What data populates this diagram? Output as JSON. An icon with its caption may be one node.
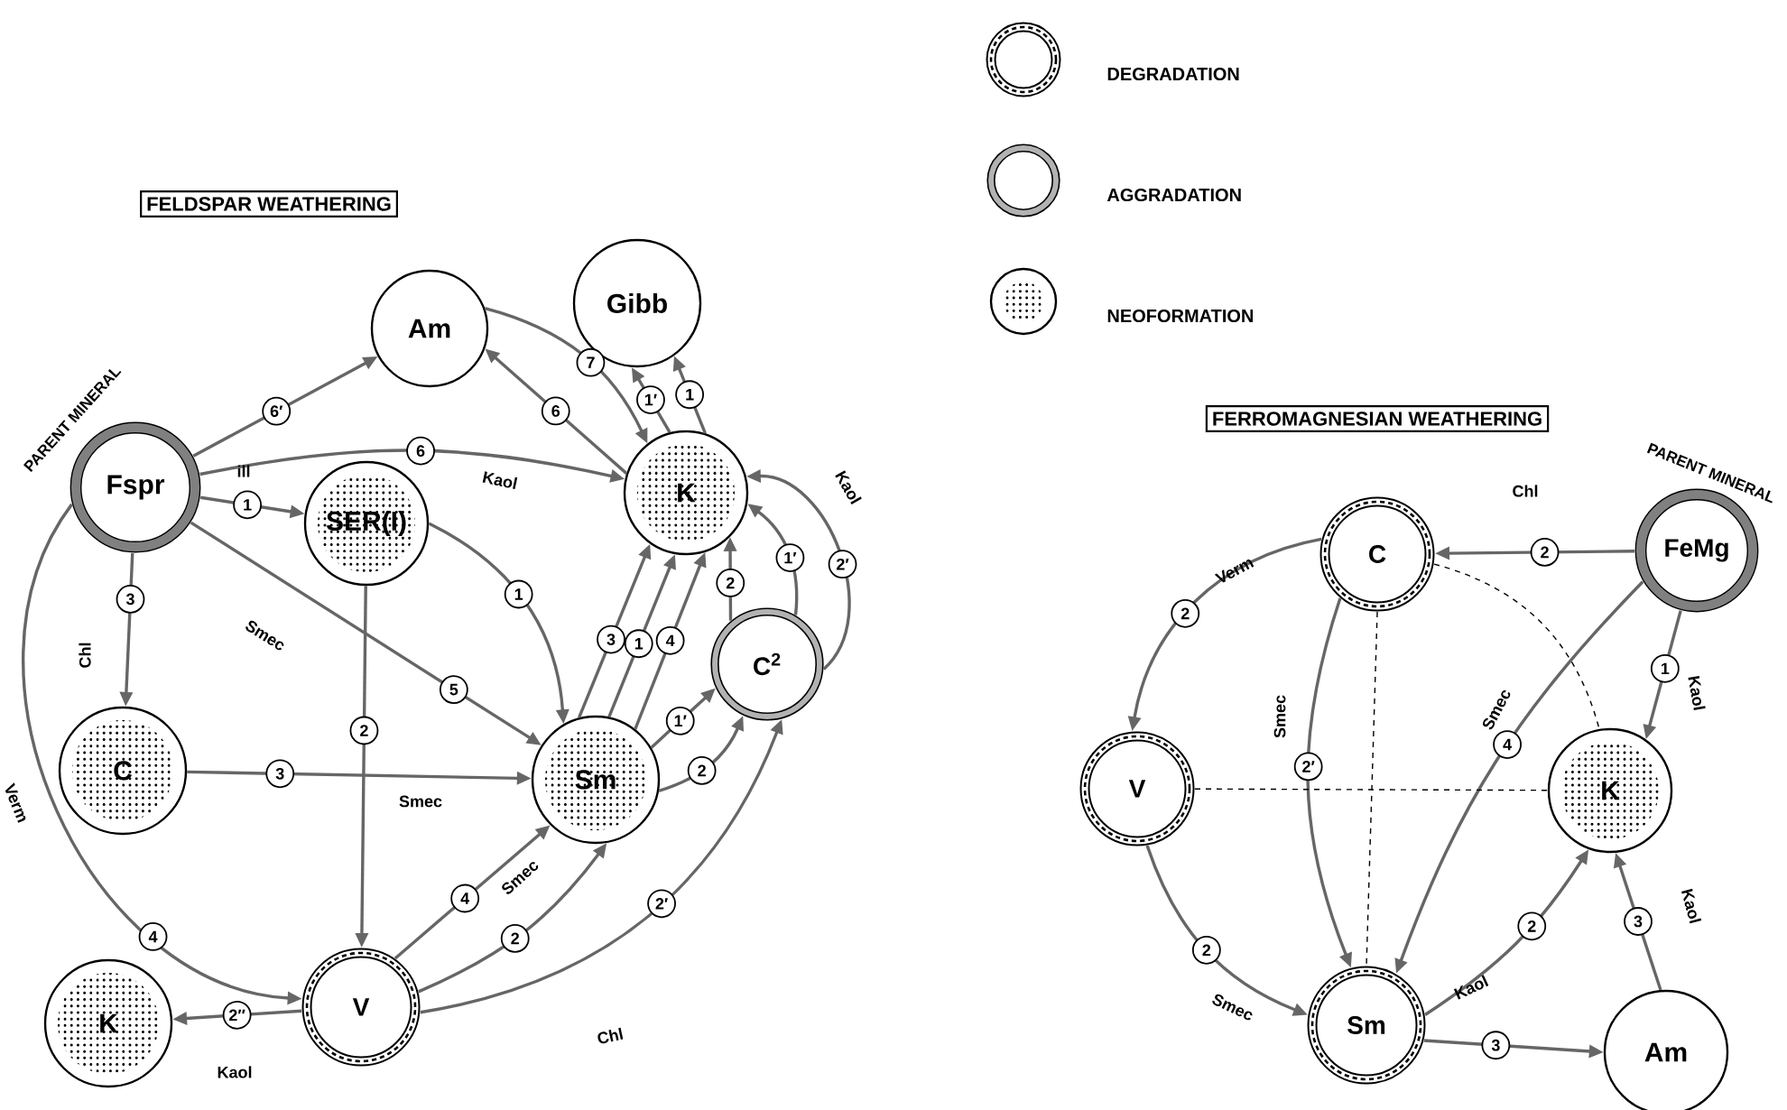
{
  "diagram": {
    "nodes": [
      {
        "text": [
          "Fspr",
          "PARENT MINERAL"
        ]
      },
      {
        "text": [
          "Am"
        ]
      },
      {
        "text": [
          "Gibb"
        ]
      },
      {
        "text": [
          "SER(I)"
        ]
      },
      {
        "text": [
          "K"
        ]
      },
      {
        "text": [
          "C"
        ]
      },
      {
        "text": [
          "Sm"
        ]
      },
      {
        "text": [
          "C$^{2}$"
        ]
      },
      {
        "text": [
          "V"
        ]
      },
      {
        "text": [
          "K"
        ]
      },
      {
        "text": [
          "C"
        ]
      },
      {
        "text": [
          "FeMg",
          "PARENT MINERAL"
        ]
      },
      {
        "text": [
          "V"
        ]
      },
      {
        "text": [
          "K"
        ]
      },
      {
        "text": [
          "Sm"
        ]
      },
      {
        "text": [
          "Am"
        ]
      }
    ],
    "edges": [
      {
        "from": 0,
        "to": 1,
        "arrow": "to",
        "label": "6′"
      },
      {
        "from": 0,
        "to": 4,
        "arrow": "to",
        "label": "6"
      },
      {
        "from": 0,
        "to": 3,
        "arrow": "to",
        "label": "1"
      },
      {
        "from": 0,
        "to": 5,
        "arrow": "to",
        "label": "3"
      },
      {
        "from": 0,
        "to": 6,
        "arrow": "to",
        "label": "5"
      },
      {
        "from": 0,
        "to": 8,
        "arrow": "to",
        "label": "4"
      },
      {
        "from": 4,
        "to": 1,
        "arrow": "to",
        "label": "6"
      },
      {
        "from": 1,
        "to": 4,
        "arrow": "to",
        "label": "7"
      },
      {
        "from": 4,
        "to": 2,
        "arrow": "to",
        "label": "1′"
      },
      {
        "from": 4,
        "to": 2,
        "arrow": "to",
        "label": "1"
      },
      {
        "from": 3,
        "to": 6,
        "arrow": "to",
        "label": "1"
      },
      {
        "from": 3,
        "to": 8,
        "arrow": "to",
        "label": "2"
      },
      {
        "from": 5,
        "to": 6,
        "arrow": "to",
        "label": "3"
      },
      {
        "from": 6,
        "to": 4,
        "arrow": "to",
        "label": "3"
      },
      {
        "from": 6,
        "to": 4,
        "arrow": "to",
        "label": "1"
      },
      {
        "from": 6,
        "to": 4,
        "arrow": "to",
        "label": "4"
      },
      {
        "from": 7,
        "to": 4,
        "arrow": "to",
        "label": "2"
      },
      {
        "from": 7,
        "to": 4,
        "arrow": "to",
        "label": "1′"
      },
      {
        "from": 7,
        "to": 4,
        "arrow": "to",
        "label": "2′"
      },
      {
        "from": 6,
        "to": 7,
        "arrow": "to",
        "label": "1′"
      },
      {
        "from": 6,
        "to": 7,
        "arrow": "to",
        "label": "2"
      },
      {
        "from": 8,
        "to": 6,
        "arrow": "to",
        "label": "4"
      },
      {
        "from": 8,
        "to": 6,
        "arrow": "to",
        "label": "2"
      },
      {
        "from": 8,
        "to": 7,
        "arrow": "to",
        "label": "2′"
      },
      {
        "from": 8,
        "to": 9,
        "arrow": "to",
        "label": "2″"
      },
      {
        "from": 11,
        "to": 10,
        "arrow": "to",
        "label": "2"
      },
      {
        "from": 11,
        "to": 13,
        "arrow": "to",
        "label": "1"
      },
      {
        "from": 11,
        "to": 14,
        "arrow": "to",
        "label": "4"
      },
      {
        "from": 10,
        "to": 12,
        "arrow": "to",
        "label": "2"
      },
      {
        "from": 10,
        "to": 14,
        "arrow": "to",
        "label": "2′"
      },
      {
        "from": 12,
        "to": 14,
        "arrow": "to",
        "label": "2"
      },
      {
        "from": 14,
        "to": 13,
        "arrow": "to",
        "label": "2"
      },
      {
        "from": 14,
        "to": 15,
        "arrow": "to",
        "label": "3"
      },
      {
        "from": 15,
        "to": 13,
        "arrow": "to",
        "label": "3"
      },
      {
        "from": 12,
        "to": 13,
        "arrow": "none",
        "style": "dashed",
        "color": "#000000"
      },
      {
        "from": 10,
        "to": 14,
        "arrow": "none",
        "style": "dashed",
        "color": "#000000"
      },
      {
        "from": 10,
        "to": 13,
        "arrow": "none",
        "style": "dashed",
        "color": "#000000"
      }
    ],
    "labels": [
      "FELDSPAR WEATHERING",
      "FERROMAGNESIAN WEATHERING",
      "ill",
      "Kaol",
      "Kaol",
      "Chl",
      "Smec",
      "Smec",
      "Verm",
      "Smec",
      "Chl",
      "Kaol",
      "Chl",
      "Verm",
      "Kaol",
      "Smec",
      "Smec",
      "Kaol",
      "Kaol",
      "Smec"
    ],
    "legend": [
      {
        "text": "DEGRADATION"
      },
      {
        "text": "AGGRADATION"
      },
      {
        "text": "NEOFORMATION"
      }
    ]
  }
}
